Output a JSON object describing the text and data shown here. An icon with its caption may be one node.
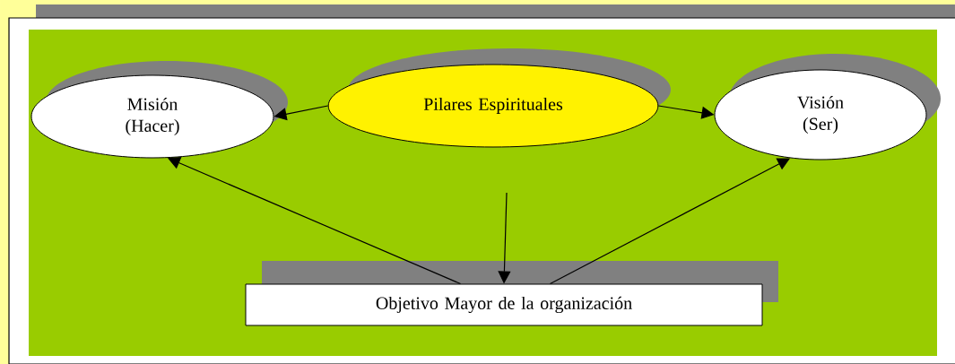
{
  "diagram": {
    "nodes": [
      {
        "text": [
          "Misión (Hacer)"
        ]
      },
      {
        "text": [
          "Pilares Espirituales"
        ]
      },
      {
        "text": [
          "Visión (Ser)"
        ]
      },
      {
        "text": [
          "Objetivo Mayor de la organización"
        ]
      }
    ],
    "edges": [
      {
        "from": 1,
        "to": 0,
        "arrow": "to"
      },
      {
        "from": 1,
        "to": 2,
        "arrow": "to"
      },
      {
        "from": 3,
        "to": 0,
        "arrow": "to"
      },
      {
        "from": 3,
        "to": 2,
        "arrow": "to"
      },
      {
        "from": null,
        "to": 3,
        "arrow": "to"
      }
    ]
  }
}
